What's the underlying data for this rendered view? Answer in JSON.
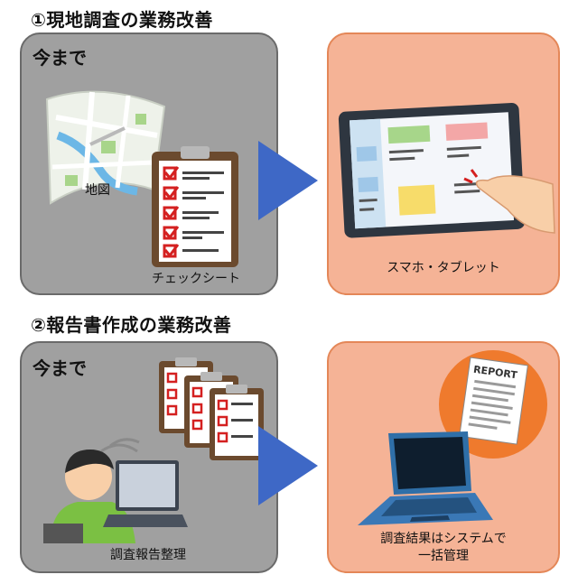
{
  "section1": {
    "title": "①現地調査の業務改善",
    "before": {
      "tag": "今まで",
      "map_label": "地図",
      "sheet_label": "チェックシート"
    },
    "after": {
      "label": "スマホ・タブレット"
    }
  },
  "section2": {
    "title": "②報告書作成の業務改善",
    "before": {
      "tag": "今まで",
      "label": "調査報告整理"
    },
    "after": {
      "report_text": "REPORT",
      "label_line1": "調査結果はシステムで",
      "label_line2": "一括管理"
    }
  },
  "colors": {
    "before_panel": "#a0a0a0",
    "after_panel": "#f5b396",
    "arrow": "#3e68c6",
    "check": "#d42020"
  }
}
